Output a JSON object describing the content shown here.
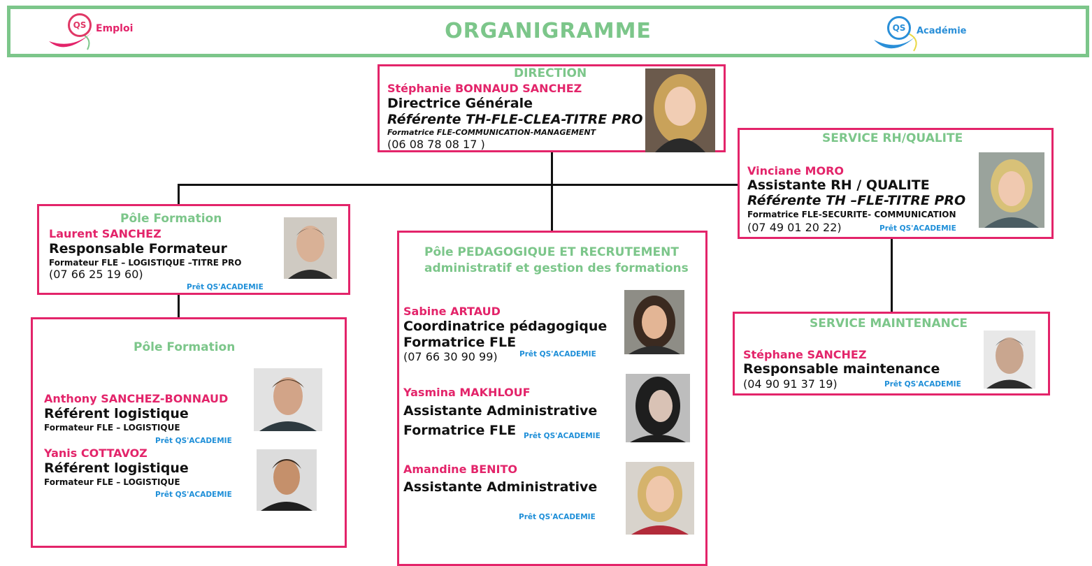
{
  "header": {
    "title": "ORGANIGRAMME",
    "logo_left": {
      "mark": "QS",
      "text": "Emploi"
    },
    "logo_right": {
      "mark": "QS",
      "text": "Académie"
    }
  },
  "direction": {
    "dept": "DIRECTION",
    "name": "Stéphanie BONNAUD SANCHEZ",
    "role": "Directrice Générale",
    "referent": "Référente TH-FLE-CLEA-TITRE PRO",
    "formatrice": "Formatrice FLE-COMMUNICATION-MANAGEMENT",
    "phone": "(06 08 78 08 17 )",
    "photo_icon": "person-photo"
  },
  "rh": {
    "dept": "SERVICE RH/QUALITE",
    "name": "Vinciane MORO",
    "role": "Assistante RH / QUALITE",
    "referent": "Référente TH –FLE-TITRE PRO",
    "formatrice": "Formatrice FLE-SECURITE- COMMUNICATION",
    "phone": "(07 49 01 20 22)",
    "pret": "Prêt QS'ACADEMIE"
  },
  "maintenance": {
    "dept": "SERVICE MAINTENANCE",
    "name": "Stéphane SANCHEZ",
    "role": "Responsable maintenance",
    "phone": "(04 90 91 37 19)",
    "pret": "Prêt QS'ACADEMIE"
  },
  "pole_formation_top": {
    "dept": "Pôle Formation",
    "name": "Laurent SANCHEZ",
    "role": "Responsable Formateur",
    "formateur": "Formateur FLE – LOGISTIQUE –TITRE PRO",
    "phone": "(07 66 25 19 60)",
    "pret": "Prêt QS'ACADEMIE"
  },
  "pole_formation_bottom": {
    "dept": "Pôle Formation",
    "people": [
      {
        "name": "Anthony SANCHEZ-BONNAUD",
        "role": "Référent logistique",
        "formateur": "Formateur FLE – LOGISTIQUE",
        "pret": "Prêt QS'ACADEMIE"
      },
      {
        "name": "Yanis COTTAVOZ",
        "role": "Référent logistique",
        "formateur": "Formateur FLE – LOGISTIQUE",
        "pret": "Prêt QS'ACADEMIE"
      }
    ]
  },
  "pole_pedagogique": {
    "dept_line1": "Pôle PEDAGOGIQUE ET RECRUTEMENT",
    "dept_line2": "administratif et gestion des formations",
    "people": [
      {
        "name": "Sabine ARTAUD",
        "role1": "Coordinatrice pédagogique",
        "role2": "Formatrice FLE",
        "phone": "(07 66 30 90 99)",
        "pret": "Prêt QS'ACADEMIE"
      },
      {
        "name": "Yasmina MAKHLOUF",
        "role1": "Assistante Administrative",
        "role2": "Formatrice FLE",
        "pret": "Prêt QS'ACADEMIE"
      },
      {
        "name": "Amandine BENITO",
        "role1": "Assistante Administrative",
        "pret": "Prêt QS'ACADEMIE"
      }
    ]
  },
  "colors": {
    "green": "#7cc68a",
    "pink": "#e3246a",
    "blue": "#1f8fd8"
  }
}
